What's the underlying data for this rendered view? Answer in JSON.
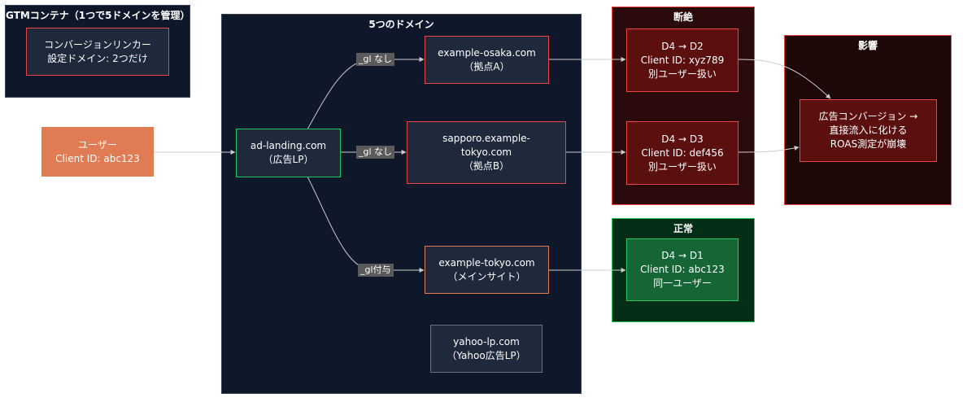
{
  "clusters": {
    "gtm": {
      "title": "GTMコンテナ（1つで5ドメインを管理）"
    },
    "domains": {
      "title": "5つのドメイン"
    },
    "broken": {
      "title": "断絶"
    },
    "impact": {
      "title": "影響"
    },
    "normal": {
      "title": "正常"
    }
  },
  "nodes": {
    "converter": {
      "lines": [
        "コンバージョンリンカー",
        "設定ドメイン: 2つだけ"
      ]
    },
    "user": {
      "lines": [
        "ユーザー",
        "Client ID: abc123"
      ]
    },
    "ad_landing": {
      "lines": [
        "ad-landing.com",
        "（広告LP）"
      ]
    },
    "osaka": {
      "lines": [
        "example-osaka.com",
        "（拠点A）"
      ]
    },
    "sapporo": {
      "lines": [
        "sapporo.example-",
        "tokyo.com",
        "（拠点B）"
      ]
    },
    "tokyo": {
      "lines": [
        "example-tokyo.com",
        "（メインサイト）"
      ]
    },
    "yahoo": {
      "lines": [
        "yahoo-lp.com",
        "（Yahoo広告LP）"
      ]
    },
    "d2": {
      "lines": [
        "D4 → D2",
        "Client ID: xyz789",
        "別ユーザー扱い"
      ]
    },
    "d3": {
      "lines": [
        "D4 → D3",
        "Client ID: def456",
        "別ユーザー扱い"
      ]
    },
    "d1": {
      "lines": [
        "D4 → D1",
        "Client ID: abc123",
        "同一ユーザー"
      ]
    },
    "impact_node": {
      "lines": [
        "広告コンバージョン →",
        "直接流入に化ける",
        "ROAS測定が崩壊"
      ]
    }
  },
  "edge_labels": {
    "osaka": "_gl なし",
    "sapporo": "_gl なし",
    "tokyo": "_gl付与"
  },
  "colors": {
    "cluster_dark": "#0f172a",
    "cluster_broken": "#2a0a0a",
    "cluster_impact": "#1e0707",
    "cluster_normal": "#052e16",
    "node_dark": "#1e293b",
    "node_red": "#5c0f0f",
    "node_green": "#166534",
    "user_fill": "#e07b53",
    "edge": "#cccccc"
  }
}
